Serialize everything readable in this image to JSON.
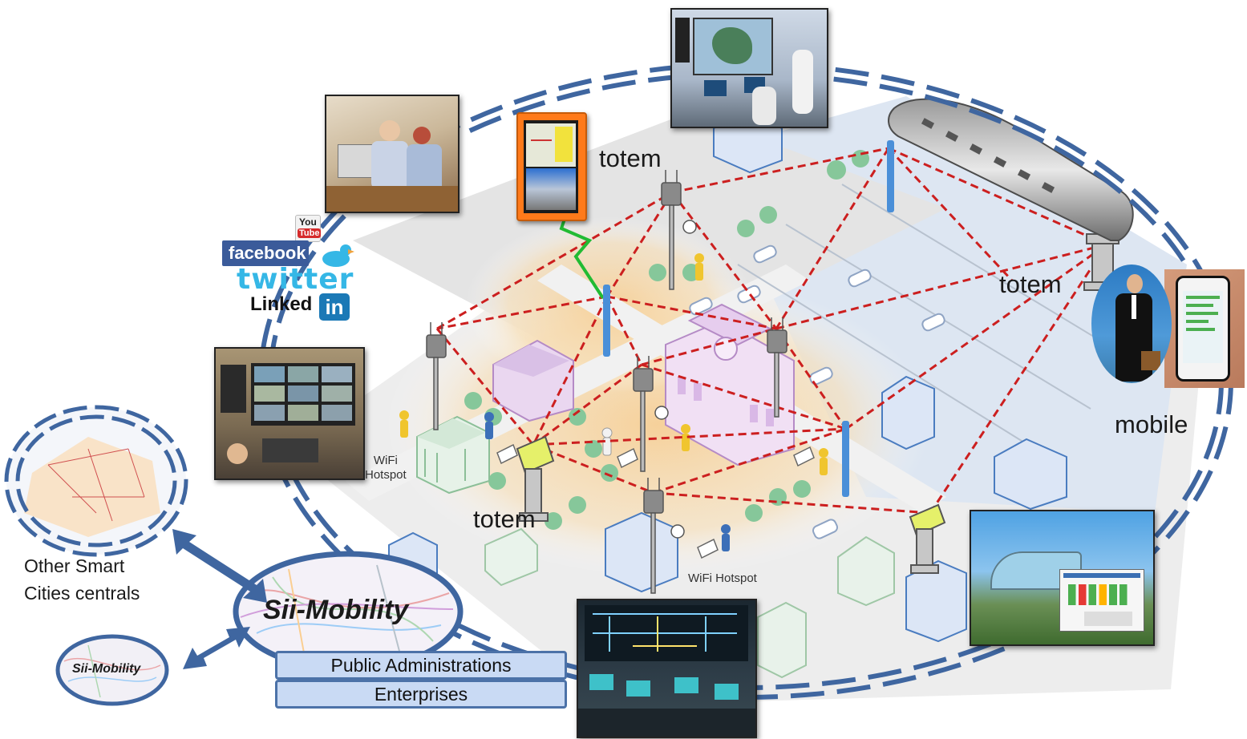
{
  "labels": {
    "totem_1": "totem",
    "totem_2": "totem",
    "totem_3": "totem",
    "mobile": "mobile",
    "wifi_left_line1": "WiFi",
    "wifi_left_line2": "Hotspot",
    "wifi_bottom": "WiFi Hotspot",
    "other_line1": "Other Smart",
    "other_line2": "Cities centrals"
  },
  "sii": {
    "main_title": "Sii-Mobility",
    "small_title": "Sii-Mobility",
    "bar_1": "Public Administrations",
    "bar_2": "Enterprises"
  },
  "social": {
    "youtube_top": "You",
    "youtube_bottom": "Tube",
    "facebook": "facebook",
    "twitter": "twitter",
    "linkedin": "Linked",
    "linkedin_badge": "in"
  },
  "colors": {
    "ring": "#3f66a0",
    "link": "#cc1f1f",
    "wireless": "#22bb33",
    "bar_fill": "#c9daf4",
    "bar_border": "#4c72a8",
    "ground_warm": "#f6cf96",
    "parking": "#dde6f2"
  }
}
